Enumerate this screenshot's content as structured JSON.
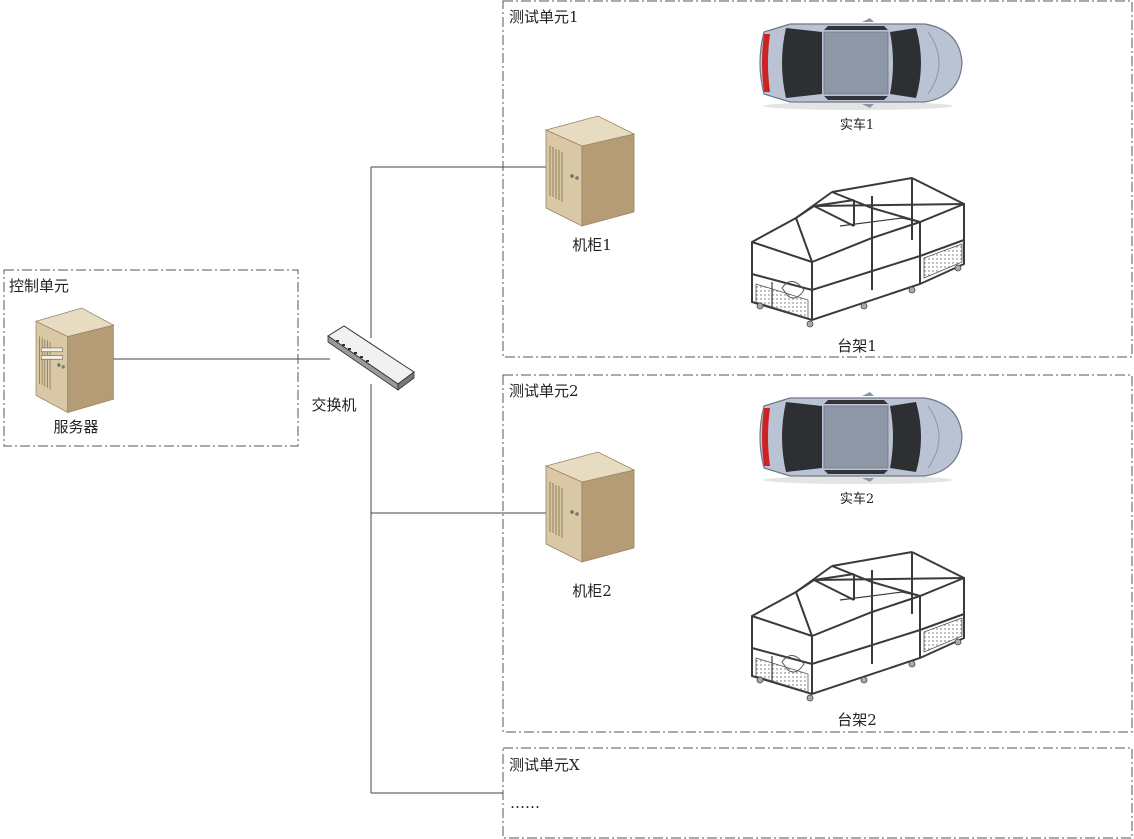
{
  "control_unit": {
    "title": "控制单元",
    "server_label": "服务器"
  },
  "switch": {
    "label": "交换机"
  },
  "test_units": [
    {
      "title": "测试单元1",
      "cabinet_label": "机柜1",
      "car_label": "实车1",
      "rig_label": "台架1"
    },
    {
      "title": "测试单元2",
      "cabinet_label": "机柜2",
      "car_label": "实车2",
      "rig_label": "台架2"
    }
  ],
  "test_unit_x": {
    "title": "测试单元X",
    "ellipsis": "……"
  },
  "colors": {
    "border": "#555555",
    "line": "#444444",
    "car_body": "#b9c3d3",
    "car_glass": "#2e2f33",
    "car_light": "#cc2222",
    "cabinet_front": "#d8c7a6",
    "cabinet_side": "#b8a27c",
    "rig_frame": "#3a3a3a"
  }
}
